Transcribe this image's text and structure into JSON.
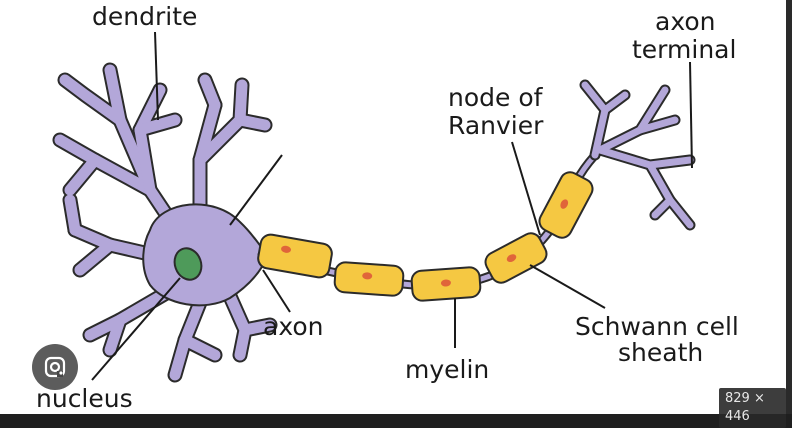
{
  "labels": {
    "dendrite": "dendrite",
    "axon_terminal_1": "axon",
    "axon_terminal_2": "terminal",
    "node_1": "node of",
    "node_2": "Ranvier",
    "axon": "axon",
    "myelin": "myelin",
    "schwann_1": "Schwann cell",
    "schwann_2": "sheath",
    "nucleus": "nucleus"
  },
  "overlay": {
    "image_size": "829 × 446",
    "lens_icon": "lens-icon"
  },
  "colors": {
    "cell_body": "#b3a7d9",
    "cell_outline": "#2b2b2b",
    "nucleus": "#4e9a5a",
    "myelin": "#f5c842",
    "myelin_dot": "#e0653a"
  }
}
